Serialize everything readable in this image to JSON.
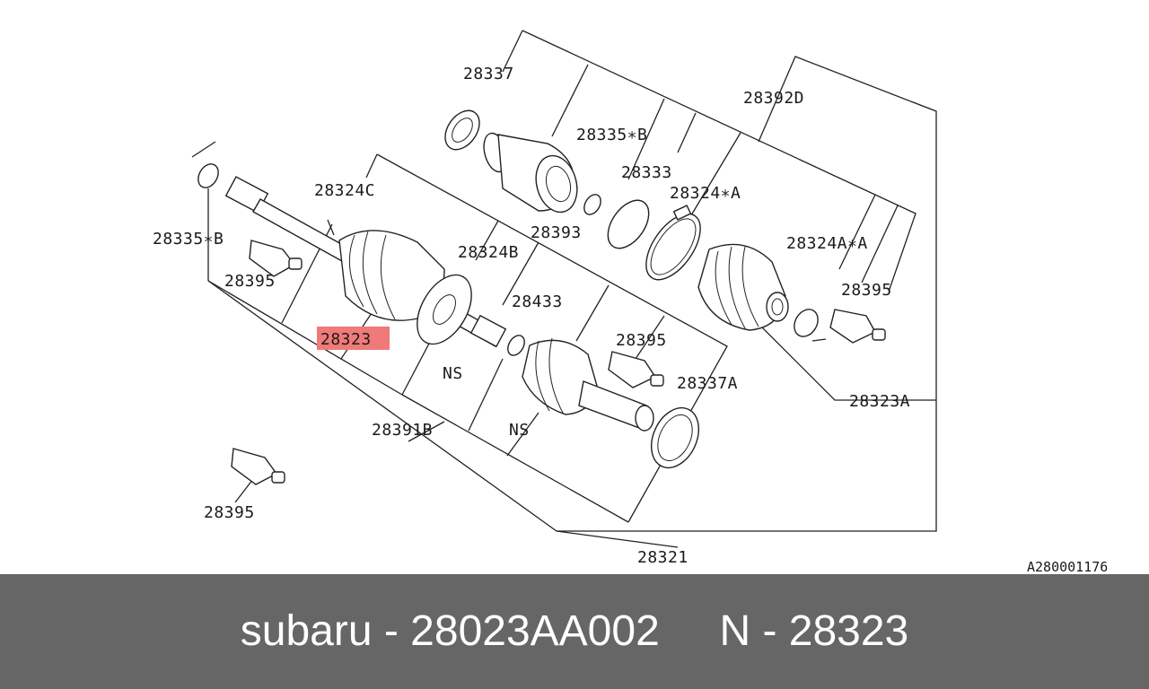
{
  "diagram": {
    "labels": {
      "l28337": "28337",
      "l28392D": "28392D",
      "l28335B_top": "28335∗B",
      "l28333": "28333",
      "l28324A": "28324∗A",
      "l28324C": "28324C",
      "l28393": "28393",
      "l28335B_left": "28335∗B",
      "l28324B": "28324B",
      "l28324AA": "28324A∗A",
      "l28395_left": "28395",
      "l28395_right": "28395",
      "l28433": "28433",
      "l28323": "28323",
      "l28395_mid": "28395",
      "l28337A": "28337A",
      "ns_1": "NS",
      "l28323A": "28323A",
      "ns_2": "NS",
      "l28391B": "28391B",
      "l28395_bottom": "28395",
      "l28321": "28321"
    },
    "image_code": "A280001176",
    "highlight_color": "#f07a7a"
  },
  "footer": {
    "caption": "subaru - 28023AA002     N - 28323",
    "background": "#666666",
    "text_color": "#ffffff"
  }
}
